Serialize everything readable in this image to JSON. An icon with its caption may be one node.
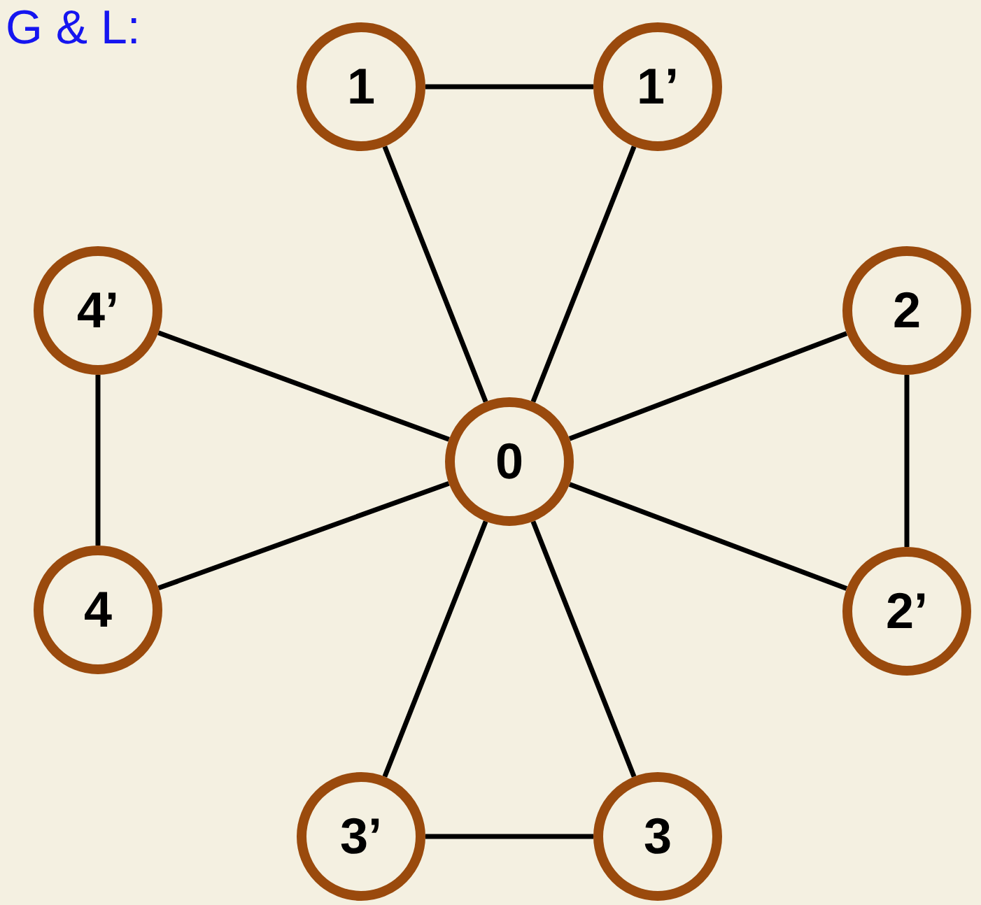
{
  "diagram": {
    "nodes": [
      {
        "text": [
          "1"
        ]
      },
      {
        "text": [
          "1’"
        ]
      },
      {
        "text": [
          "4’"
        ]
      },
      {
        "text": [
          "2"
        ]
      },
      {
        "text": [
          "0"
        ]
      },
      {
        "text": [
          "4"
        ]
      },
      {
        "text": [
          "2’"
        ]
      },
      {
        "text": [
          "3’"
        ]
      },
      {
        "text": [
          "3"
        ]
      }
    ],
    "edges": [
      {
        "from": 0,
        "to": 1,
        "arrow": "none"
      },
      {
        "from": 0,
        "to": 4,
        "arrow": "none"
      },
      {
        "from": 1,
        "to": 4,
        "arrow": "none"
      },
      {
        "from": 2,
        "to": 4,
        "arrow": "none"
      },
      {
        "from": 3,
        "to": 4,
        "arrow": "none"
      },
      {
        "from": 2,
        "to": 5,
        "arrow": "none"
      },
      {
        "from": 3,
        "to": 6,
        "arrow": "none"
      },
      {
        "from": 4,
        "to": 5,
        "arrow": "none"
      },
      {
        "from": 4,
        "to": 6,
        "arrow": "none"
      },
      {
        "from": 4,
        "to": 7,
        "arrow": "none"
      },
      {
        "from": 4,
        "to": 8,
        "arrow": "none"
      },
      {
        "from": 7,
        "to": 8,
        "arrow": "none"
      }
    ],
    "labels": [
      "G & L:"
    ]
  }
}
